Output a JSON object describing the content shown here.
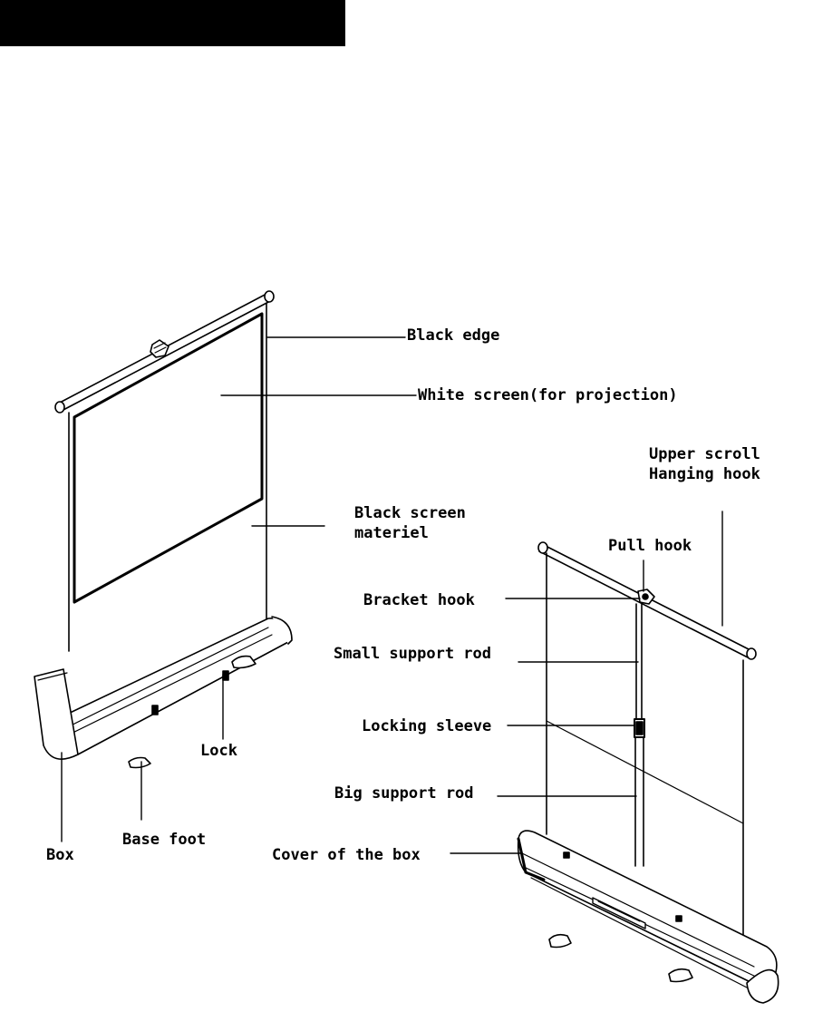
{
  "header": {
    "bar_color": "#000000",
    "title": ""
  },
  "labels": {
    "black_edge": "Black edge",
    "white_screen": "White screen(for projection)",
    "upper_scroll": "Upper scroll",
    "hanging_hook": "Hanging hook",
    "black_screen_line1": "Black screen",
    "black_screen_line2": "materiel",
    "pull_hook": "Pull hook",
    "bracket_hook": "Bracket hook",
    "small_support_rod": "Small support rod",
    "locking_sleeve": "Locking sleeve",
    "big_support_rod": "Big support rod",
    "cover_of_the_box": "Cover of the box",
    "lock": "Lock",
    "base_foot": "Base foot",
    "box": "Box"
  }
}
